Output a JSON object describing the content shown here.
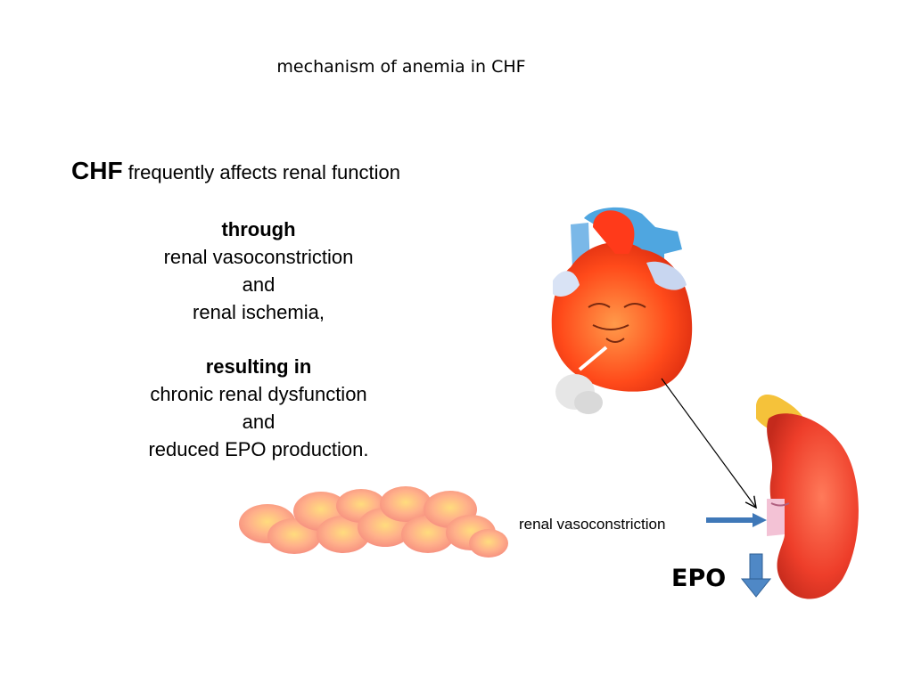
{
  "title": "mechanism of anemia in CHF",
  "lead": {
    "strong": "CHF",
    "rest": " frequently affects renal function"
  },
  "block1": {
    "heading": "through",
    "line1": "renal vasoconstriction",
    "line2": "and",
    "line3": "renal ischemia,"
  },
  "block2": {
    "heading": "resulting in",
    "line1": "chronic renal dysfunction",
    "line2": "and",
    "line3": "reduced EPO production."
  },
  "labels": {
    "vasoconstriction": "renal vasoconstriction",
    "epo": "EPO"
  },
  "colors": {
    "heart": "#ff4a1a",
    "kidney": "#ee3e2a",
    "adrenal": "#f5c23a",
    "rbc": "#ff9a6a",
    "arrow_blue": "#3f78b8"
  },
  "icons": {
    "epo_arrow": "down-arrow-icon"
  }
}
